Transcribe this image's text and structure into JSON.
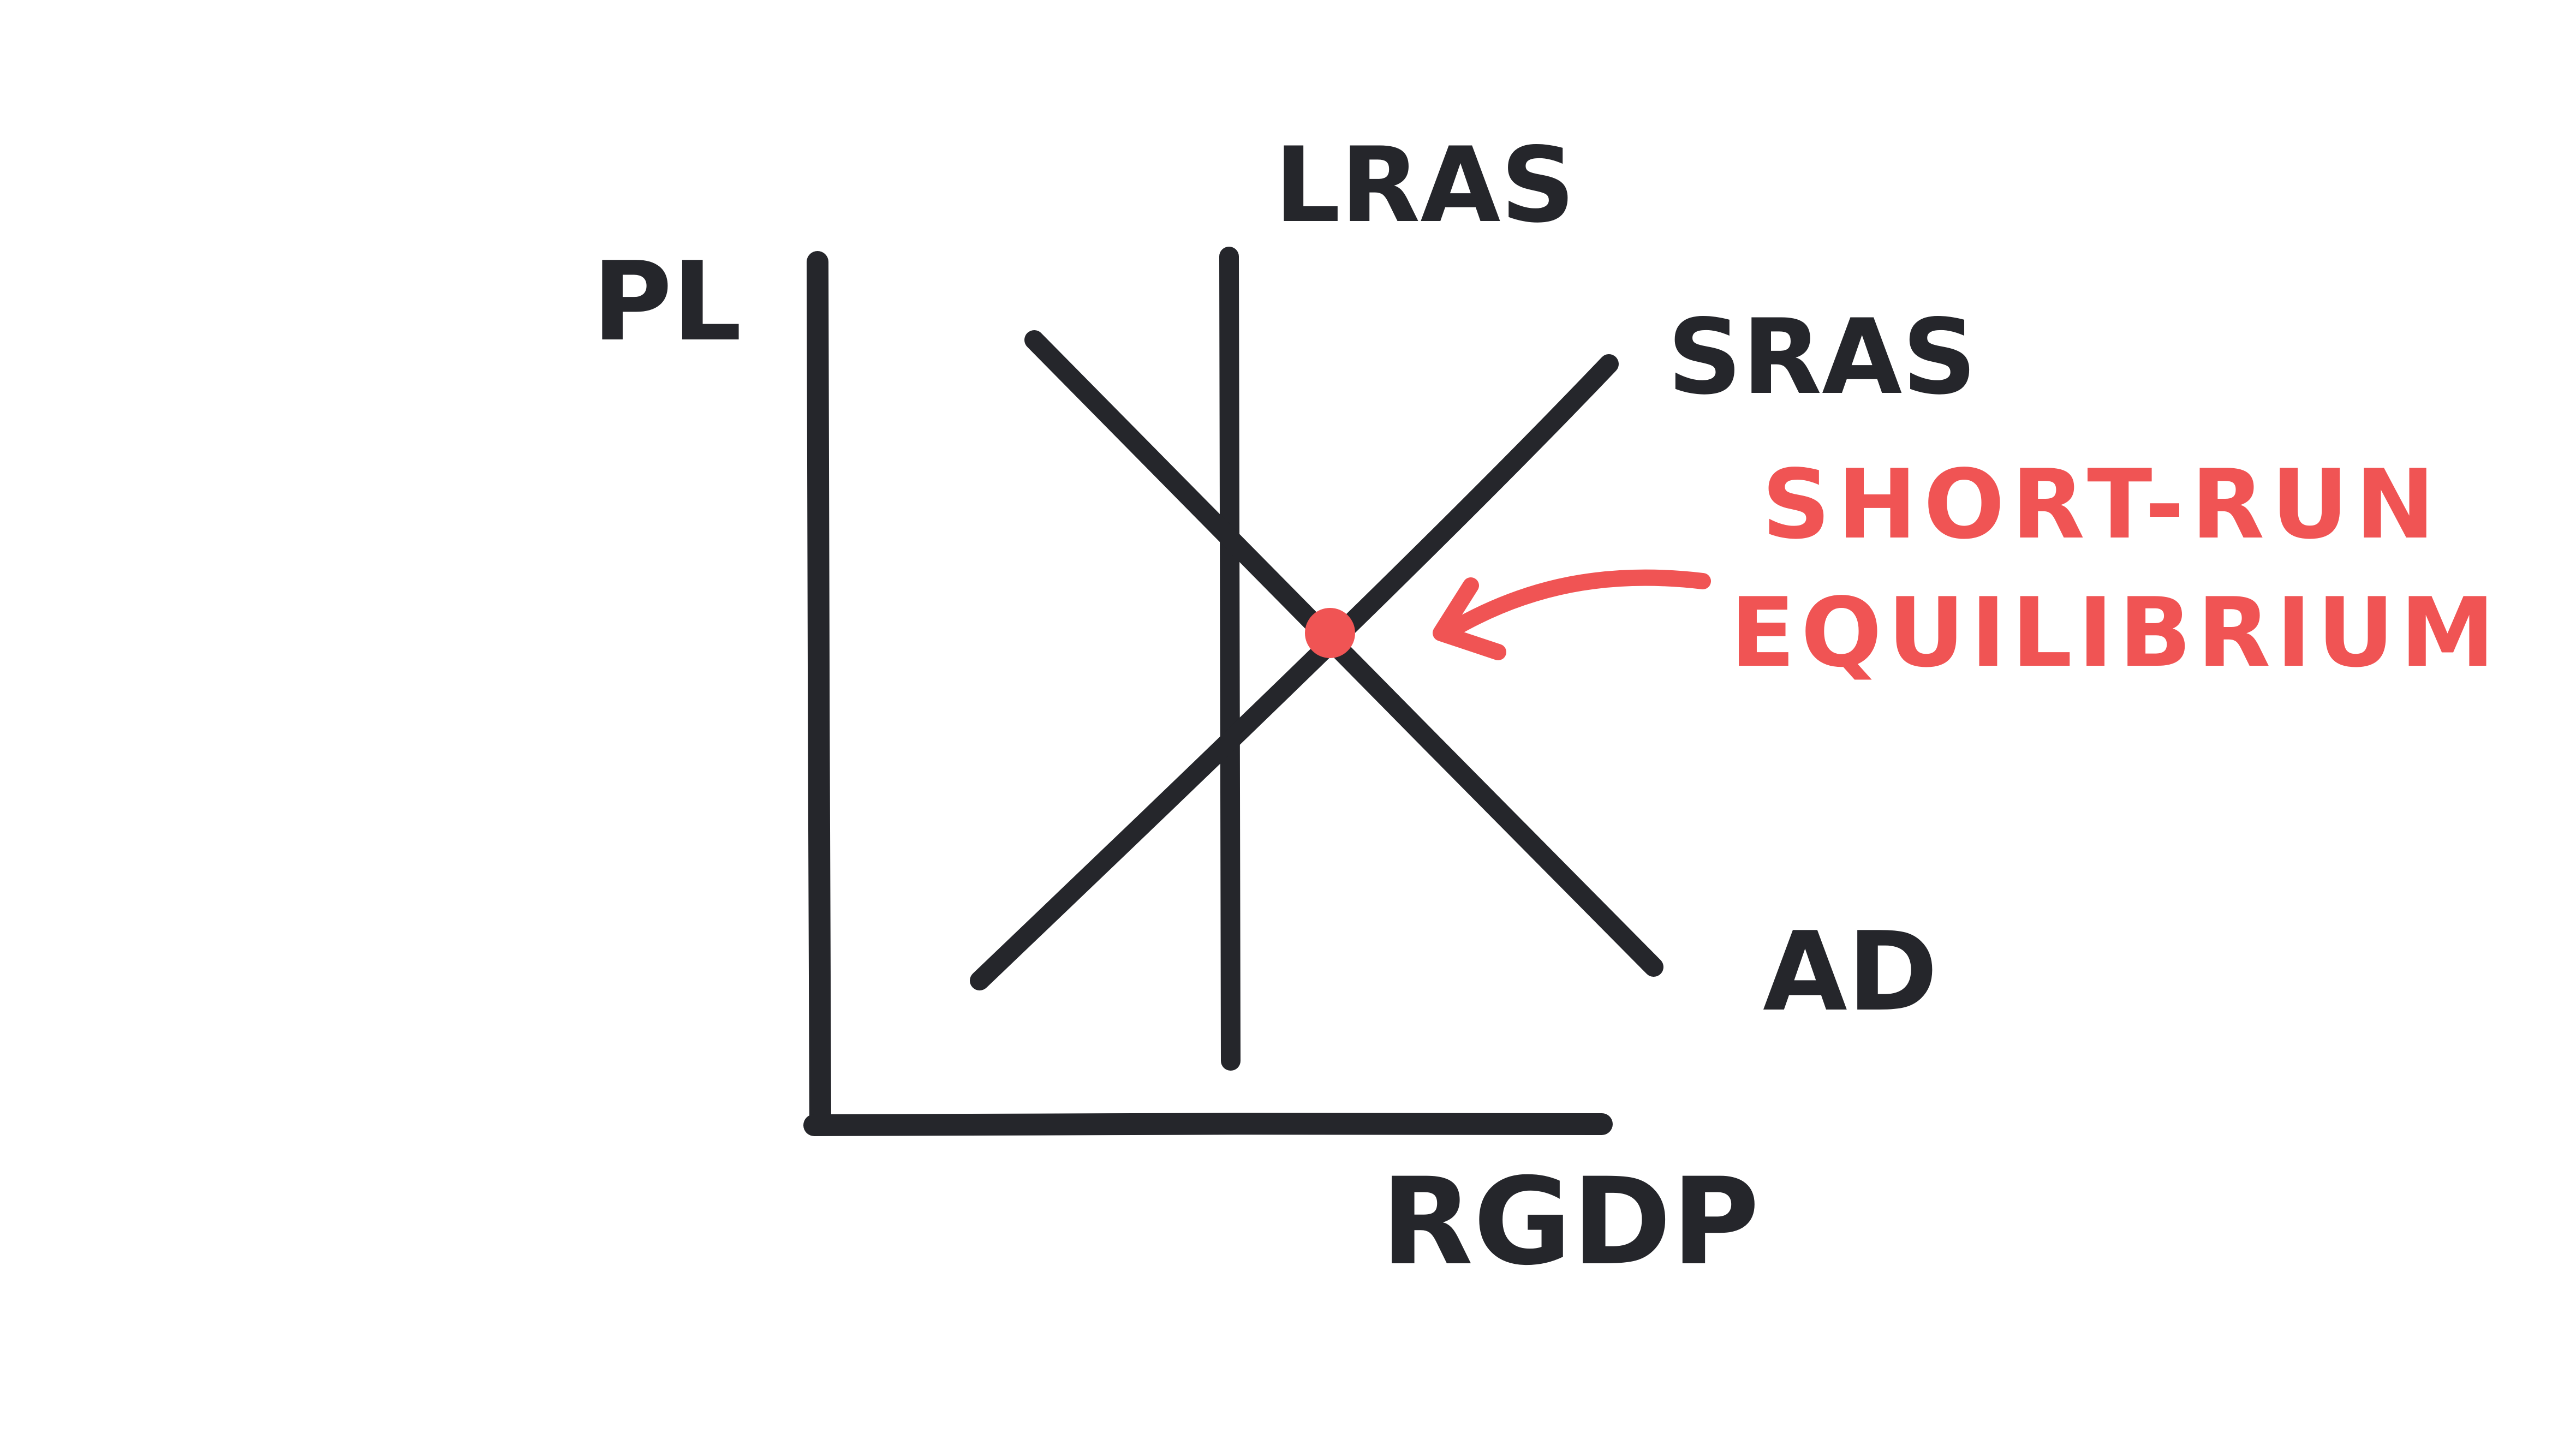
{
  "diagram": {
    "axes": {
      "y_label": "PL",
      "x_label": "RGDP"
    },
    "curves": {
      "lras_label": "LRAS",
      "sras_label": "SRAS",
      "ad_label": "AD"
    },
    "annotation": {
      "line1": "SHORT-RUN",
      "line2": "EQUILIBRIUM"
    },
    "colors": {
      "ink": "#25262b",
      "accent": "#f05454",
      "background": "#ffffff"
    }
  }
}
